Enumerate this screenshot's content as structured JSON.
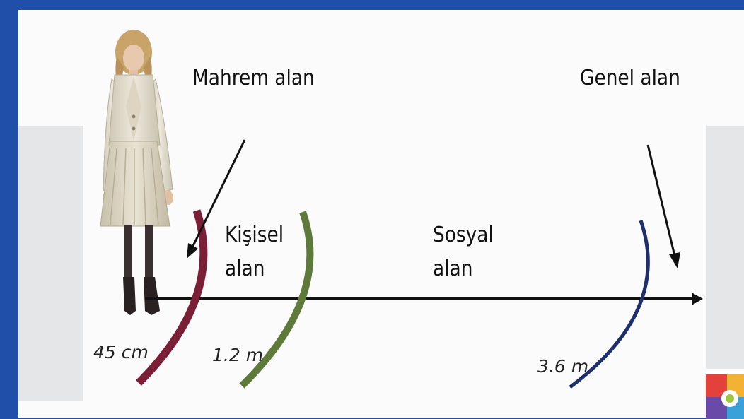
{
  "zones": {
    "intimate": {
      "label": "Mahrem alan",
      "distance": "45 cm"
    },
    "personal": {
      "label_line1": "Kişisel",
      "label_line2": "alan",
      "distance": "1.2 m"
    },
    "social": {
      "label_line1": "Sosyal",
      "label_line2": "alan",
      "distance": "3.6 m"
    },
    "public": {
      "label": "Genel alan"
    }
  },
  "colors": {
    "intimate_arc": "#7a1f36",
    "personal_arc": "#5d7a3a",
    "social_arc": "#1e2f6b",
    "frame": "#1f4fa8"
  }
}
